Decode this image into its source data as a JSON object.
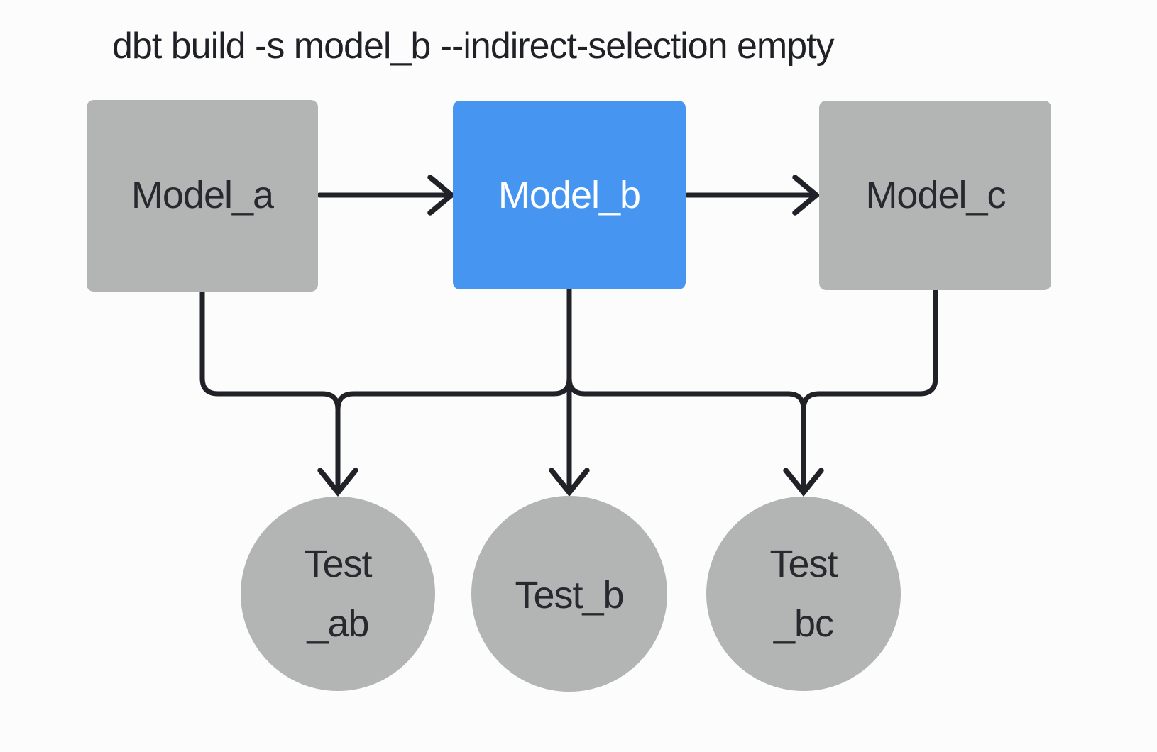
{
  "title": "dbt build -s model_b --indirect-selection empty",
  "colors": {
    "background": "#fcfcfc",
    "selected_node": "#4696f1",
    "unselected_node": "#b3b4b4",
    "edge": "#202227",
    "label_dark": "#27292e",
    "label_light": "#ffffff",
    "title_text": "#1f2126"
  },
  "nodes": {
    "model_a": {
      "label": "Model_a",
      "type": "model",
      "state": "unselected"
    },
    "model_b": {
      "label": "Model_b",
      "type": "model",
      "state": "selected"
    },
    "model_c": {
      "label": "Model_c",
      "type": "model",
      "state": "unselected"
    },
    "test_ab": {
      "lines": [
        "Test",
        "_ab"
      ],
      "type": "test",
      "state": "unselected"
    },
    "test_b": {
      "lines": [
        "Test_b"
      ],
      "type": "test",
      "state": "unselected"
    },
    "test_bc": {
      "lines": [
        "Test",
        "_bc"
      ],
      "type": "test",
      "state": "unselected"
    }
  },
  "edges": [
    {
      "from": "model_a",
      "to": "model_b"
    },
    {
      "from": "model_b",
      "to": "model_c"
    },
    {
      "from": "model_a",
      "to": "test_ab"
    },
    {
      "from": "model_b",
      "to": "test_ab"
    },
    {
      "from": "model_b",
      "to": "test_b"
    },
    {
      "from": "model_b",
      "to": "test_bc"
    },
    {
      "from": "model_c",
      "to": "test_bc"
    }
  ]
}
